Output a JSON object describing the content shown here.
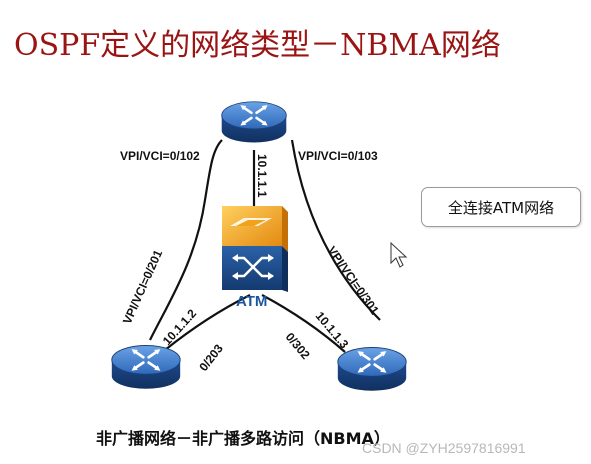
{
  "title": "OSPF定义的网络类型－NBMA网络",
  "callout": "全连接ATM网络",
  "caption": "非广播网络－非广播多路访问（NBMA）",
  "watermark": "CSDN @ZYH2597816991",
  "switch_label": "ATM",
  "links": {
    "top_left": "VPI/VCI=0/102",
    "top_right": "VPI/VCI=0/103",
    "top_ip": "10.1.1.1",
    "left_vpi": "VPI/VCI=0/201",
    "left_ip": "10.1.1.2",
    "left_short": "0/203",
    "right_vpi": "VPI/VCI=0/301",
    "right_ip": "10.1.1.3",
    "right_short": "0/302"
  },
  "colors": {
    "title": "#9b1414",
    "router_body": "#1f4b8f",
    "router_top": "#3a79c9",
    "switch_orange": "#f2a21a",
    "switch_blue": "#1e4d8c",
    "atm_label": "#1a56a0"
  },
  "icons": [
    "router-icon",
    "atm-switch-icon",
    "mouse-cursor-icon"
  ]
}
